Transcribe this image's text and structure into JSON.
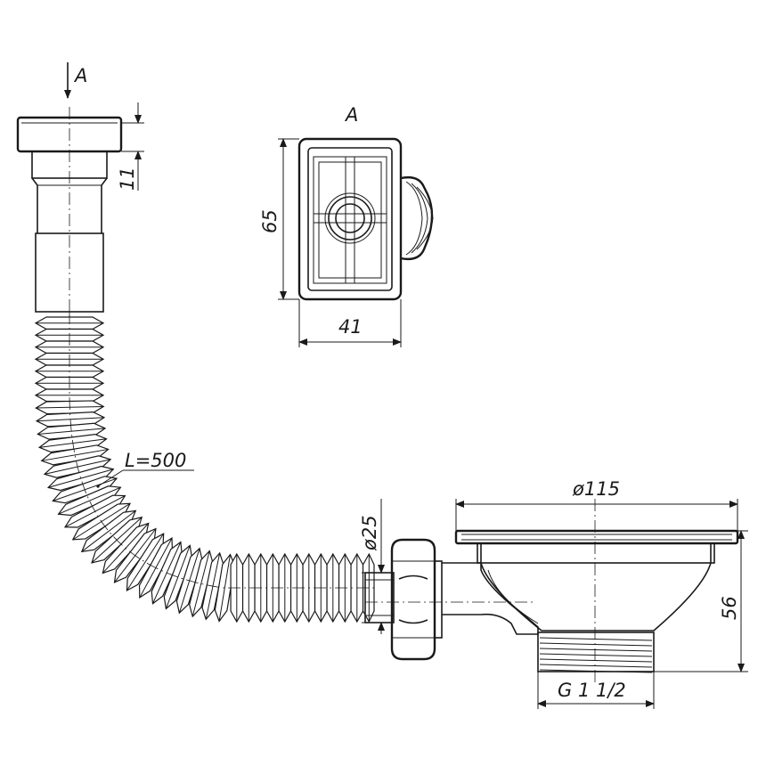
{
  "view": {
    "marker": "A",
    "title": "A"
  },
  "dimensions": {
    "outlet_height": "11",
    "view_height": "65",
    "view_width": "41",
    "hose_length": "L=500",
    "pipe_diameter": "ø25",
    "strainer_diameter": "ø115",
    "strainer_height": "56",
    "thread": "G 1 1/2"
  },
  "colors": {
    "line": "#1a1a1a",
    "background": "#ffffff"
  }
}
